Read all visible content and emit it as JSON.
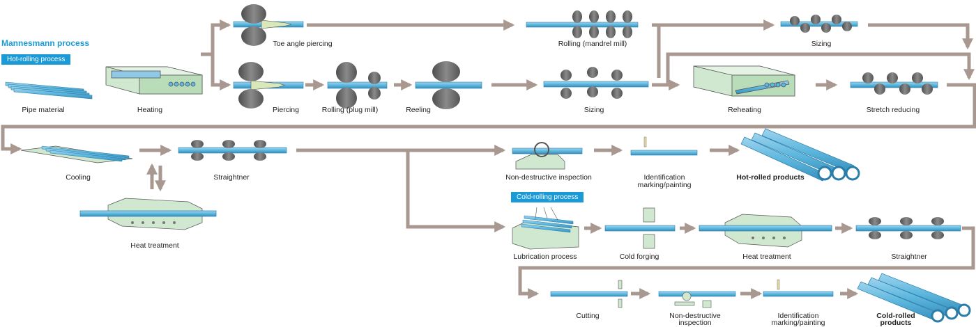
{
  "header": {
    "title": "Mannesmann process",
    "hot_badge": "Hot-rolling process",
    "cold_badge": "Cold-rolling process"
  },
  "steps": {
    "pipe_material": "Pipe material",
    "heating": "Heating",
    "toe_angle_piercing": "Toe angle piercing",
    "piercing": "Piercing",
    "rolling_plug": "Rolling (plug mill)",
    "reeling": "Reeling",
    "rolling_mandrel": "Rolling (mandrel mill)",
    "sizing_top": "Sizing",
    "sizing_mid": "Sizing",
    "reheating": "Reheating",
    "stretch_reducing": "Stretch reducing",
    "cooling": "Cooling",
    "straightner_hot": "Straightner",
    "heat_treatment_hot": "Heat treatment",
    "nd_inspection_hot": "Non-destructive inspection",
    "id_marking_hot_1": "Identification",
    "id_marking_hot_2": "marking/painting",
    "hot_products": "Hot-rolled products",
    "lubrication": "Lubrication process",
    "cold_forging": "Cold forging",
    "heat_treatment_cold": "Heat treatment",
    "straightner_cold": "Straightner",
    "cutting": "Cutting",
    "nd_inspection_cold_1": "Non-destructive",
    "nd_inspection_cold_2": "inspection",
    "id_marking_cold_1": "Identification",
    "id_marking_cold_2": "marking/painting",
    "cold_products_1": "Cold-rolled",
    "cold_products_2": "products"
  },
  "colors": {
    "pipe": "#5eb7de",
    "machine_green": "#cfe8cf",
    "roller": "#6f6f6f",
    "arrow": "#a89890",
    "accent": "#1a9ad6"
  }
}
